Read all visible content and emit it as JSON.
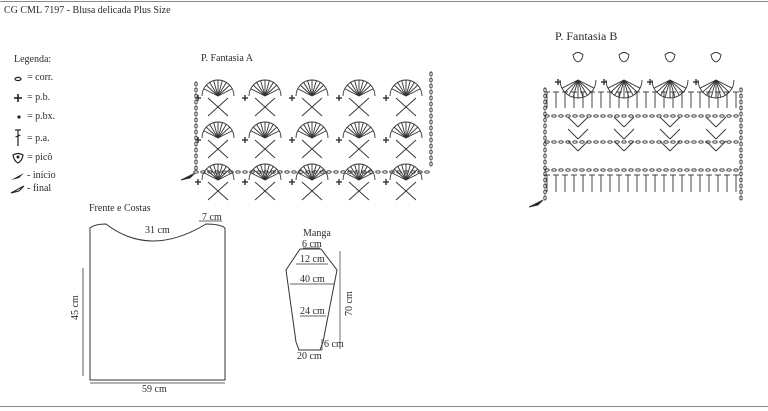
{
  "document": {
    "title": "CG CML 7197 - Blusa delicada Plus Size"
  },
  "legend": {
    "heading": "Legenda:",
    "items": [
      {
        "symbol": "corr-symbol",
        "text": "= corr."
      },
      {
        "symbol": "pb-symbol",
        "text": "= p.b."
      },
      {
        "symbol": "pbx-symbol",
        "text": "= p.bx."
      },
      {
        "symbol": "pa-symbol",
        "text": "= p.a."
      },
      {
        "symbol": "pico-symbol",
        "text": "= picô"
      },
      {
        "symbol": "start-arrow-symbol",
        "text": "- início"
      },
      {
        "symbol": "end-arrow-symbol",
        "text": "- final"
      }
    ]
  },
  "charts": {
    "pattern_a_title": "P. Fantasia A",
    "pattern_b_title": "P. Fantasia B"
  },
  "front_back": {
    "label": "Frente e Costas",
    "neck_width": "31 cm",
    "shoulder_width": "7 cm",
    "height": "45 cm",
    "bottom_width": "59 cm"
  },
  "sleeve": {
    "label": "Manga",
    "top_width": "6 cm",
    "upper_width": "12 cm",
    "cap_width": "40 cm",
    "mid_width": "24 cm",
    "cuff_height": "6 cm",
    "cuff_width": "20 cm",
    "length": "70 cm"
  }
}
